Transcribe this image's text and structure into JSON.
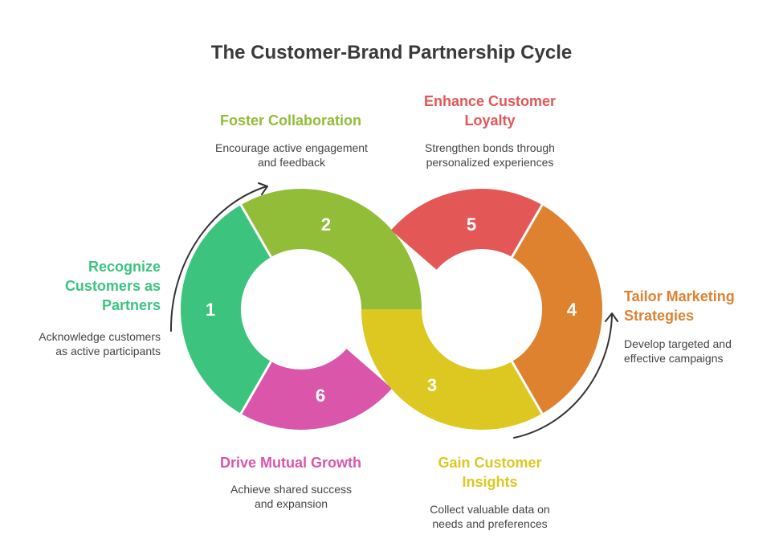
{
  "title": "The Customer-Brand Partnership Cycle",
  "colors": {
    "step1": "#3cc47f",
    "step2": "#92bd38",
    "step3": "#dcc820",
    "step4": "#de8230",
    "step5": "#e45757",
    "step6": "#da56ab"
  },
  "steps": [
    {
      "number": "1",
      "label": "Recognize Customers as Partners",
      "description": "Acknowledge customers as active participants"
    },
    {
      "number": "2",
      "label": "Foster Collaboration",
      "description": "Encourage active engagement and feedback"
    },
    {
      "number": "3",
      "label": "Gain Customer Insights",
      "description": "Collect valuable data on needs and preferences"
    },
    {
      "number": "4",
      "label": "Tailor Marketing Strategies",
      "description": "Develop targeted and effective campaigns"
    },
    {
      "number": "5",
      "label": "Enhance Customer Loyalty",
      "description": "Strengthen bonds through personalized experiences"
    },
    {
      "number": "6",
      "label": "Drive Mutual Growth",
      "description": "Achieve shared success and expansion"
    }
  ]
}
